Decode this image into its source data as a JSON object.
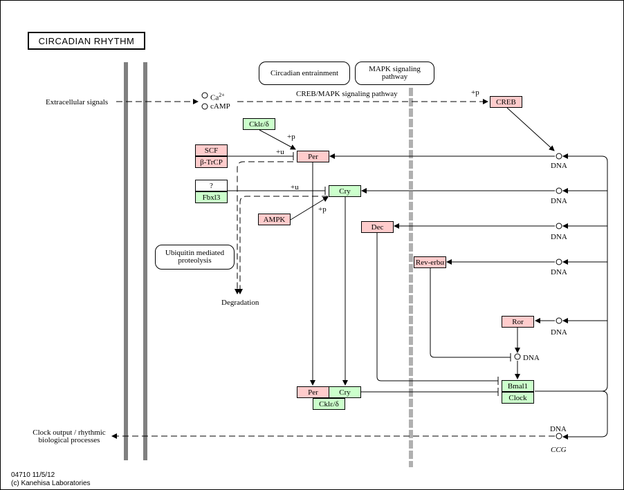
{
  "title": "CIRCADIAN RHYTHM",
  "footer": {
    "map_id": "04710 11/5/12",
    "copyright": "(c) Kanehisa Laboratories"
  },
  "labels": {
    "extracellular": "Extracellular signals",
    "ca": "Ca",
    "ca_sup": "2+",
    "camp": "cAMP",
    "creb_pathway": "CREB/MAPK signaling pathway",
    "degradation": "Degradation",
    "clock_output": "Clock output / rhythmic biological processes",
    "dna": "DNA",
    "ccg": "CCG",
    "plus_p": "+p",
    "plus_u": "+u"
  },
  "pathways": {
    "entrainment": "Circadian entrainment",
    "mapk": "MAPK signaling pathway",
    "ubiquitin": "Ubiquitin mediated proteolysis"
  },
  "genes": {
    "creb": "CREB",
    "ckle_top": "Cklε/δ",
    "scf": "SCF",
    "btrcp": "β-TrCP",
    "per": "Per",
    "unknown": "?",
    "fbxl3": "Fbxl3",
    "cry": "Cry",
    "ampk": "AMPK",
    "dec": "Dec",
    "reverba": "Rev-erbα",
    "ror": "Ror",
    "bmal1": "Bmal1",
    "clock": "Clock",
    "per_complex": "Per",
    "cry_complex": "Cry",
    "ckle_complex": "Cklε/δ"
  }
}
